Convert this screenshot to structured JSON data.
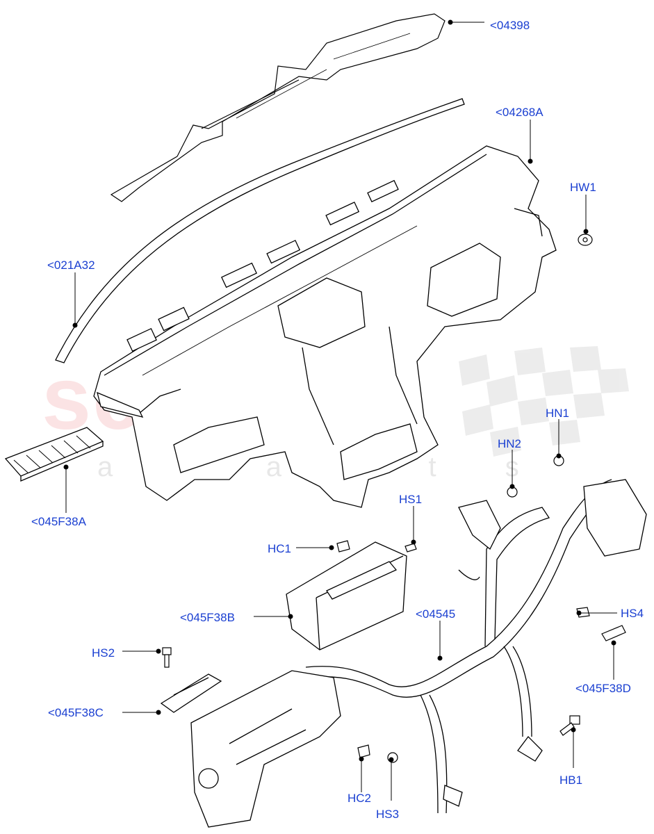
{
  "watermark": {
    "brand": "scuderia",
    "sub": "a   p a r t s",
    "brand_color": "#e6505a",
    "flag_color": "#9a9a9a"
  },
  "colors": {
    "label": "#1a3fd1",
    "line": "#000000"
  },
  "parts": [
    {
      "id": "part-04398",
      "label": "<04398"
    },
    {
      "id": "part-04268a",
      "label": "<04268A"
    },
    {
      "id": "part-hw1",
      "label": "HW1"
    },
    {
      "id": "part-021a32",
      "label": "<021A32"
    },
    {
      "id": "part-045f38a",
      "label": "<045F38A"
    },
    {
      "id": "part-hn1",
      "label": "HN1"
    },
    {
      "id": "part-hn2",
      "label": "HN2"
    },
    {
      "id": "part-hs1",
      "label": "HS1"
    },
    {
      "id": "part-hc1",
      "label": "HC1"
    },
    {
      "id": "part-045f38b",
      "label": "<045F38B"
    },
    {
      "id": "part-04545",
      "label": "<04545"
    },
    {
      "id": "part-hs4",
      "label": "HS4"
    },
    {
      "id": "part-hs2",
      "label": "HS2"
    },
    {
      "id": "part-045f38d",
      "label": "<045F38D"
    },
    {
      "id": "part-045f38c",
      "label": "<045F38C"
    },
    {
      "id": "part-hb1",
      "label": "HB1"
    },
    {
      "id": "part-hc2",
      "label": "HC2"
    },
    {
      "id": "part-hs3",
      "label": "HS3"
    }
  ]
}
